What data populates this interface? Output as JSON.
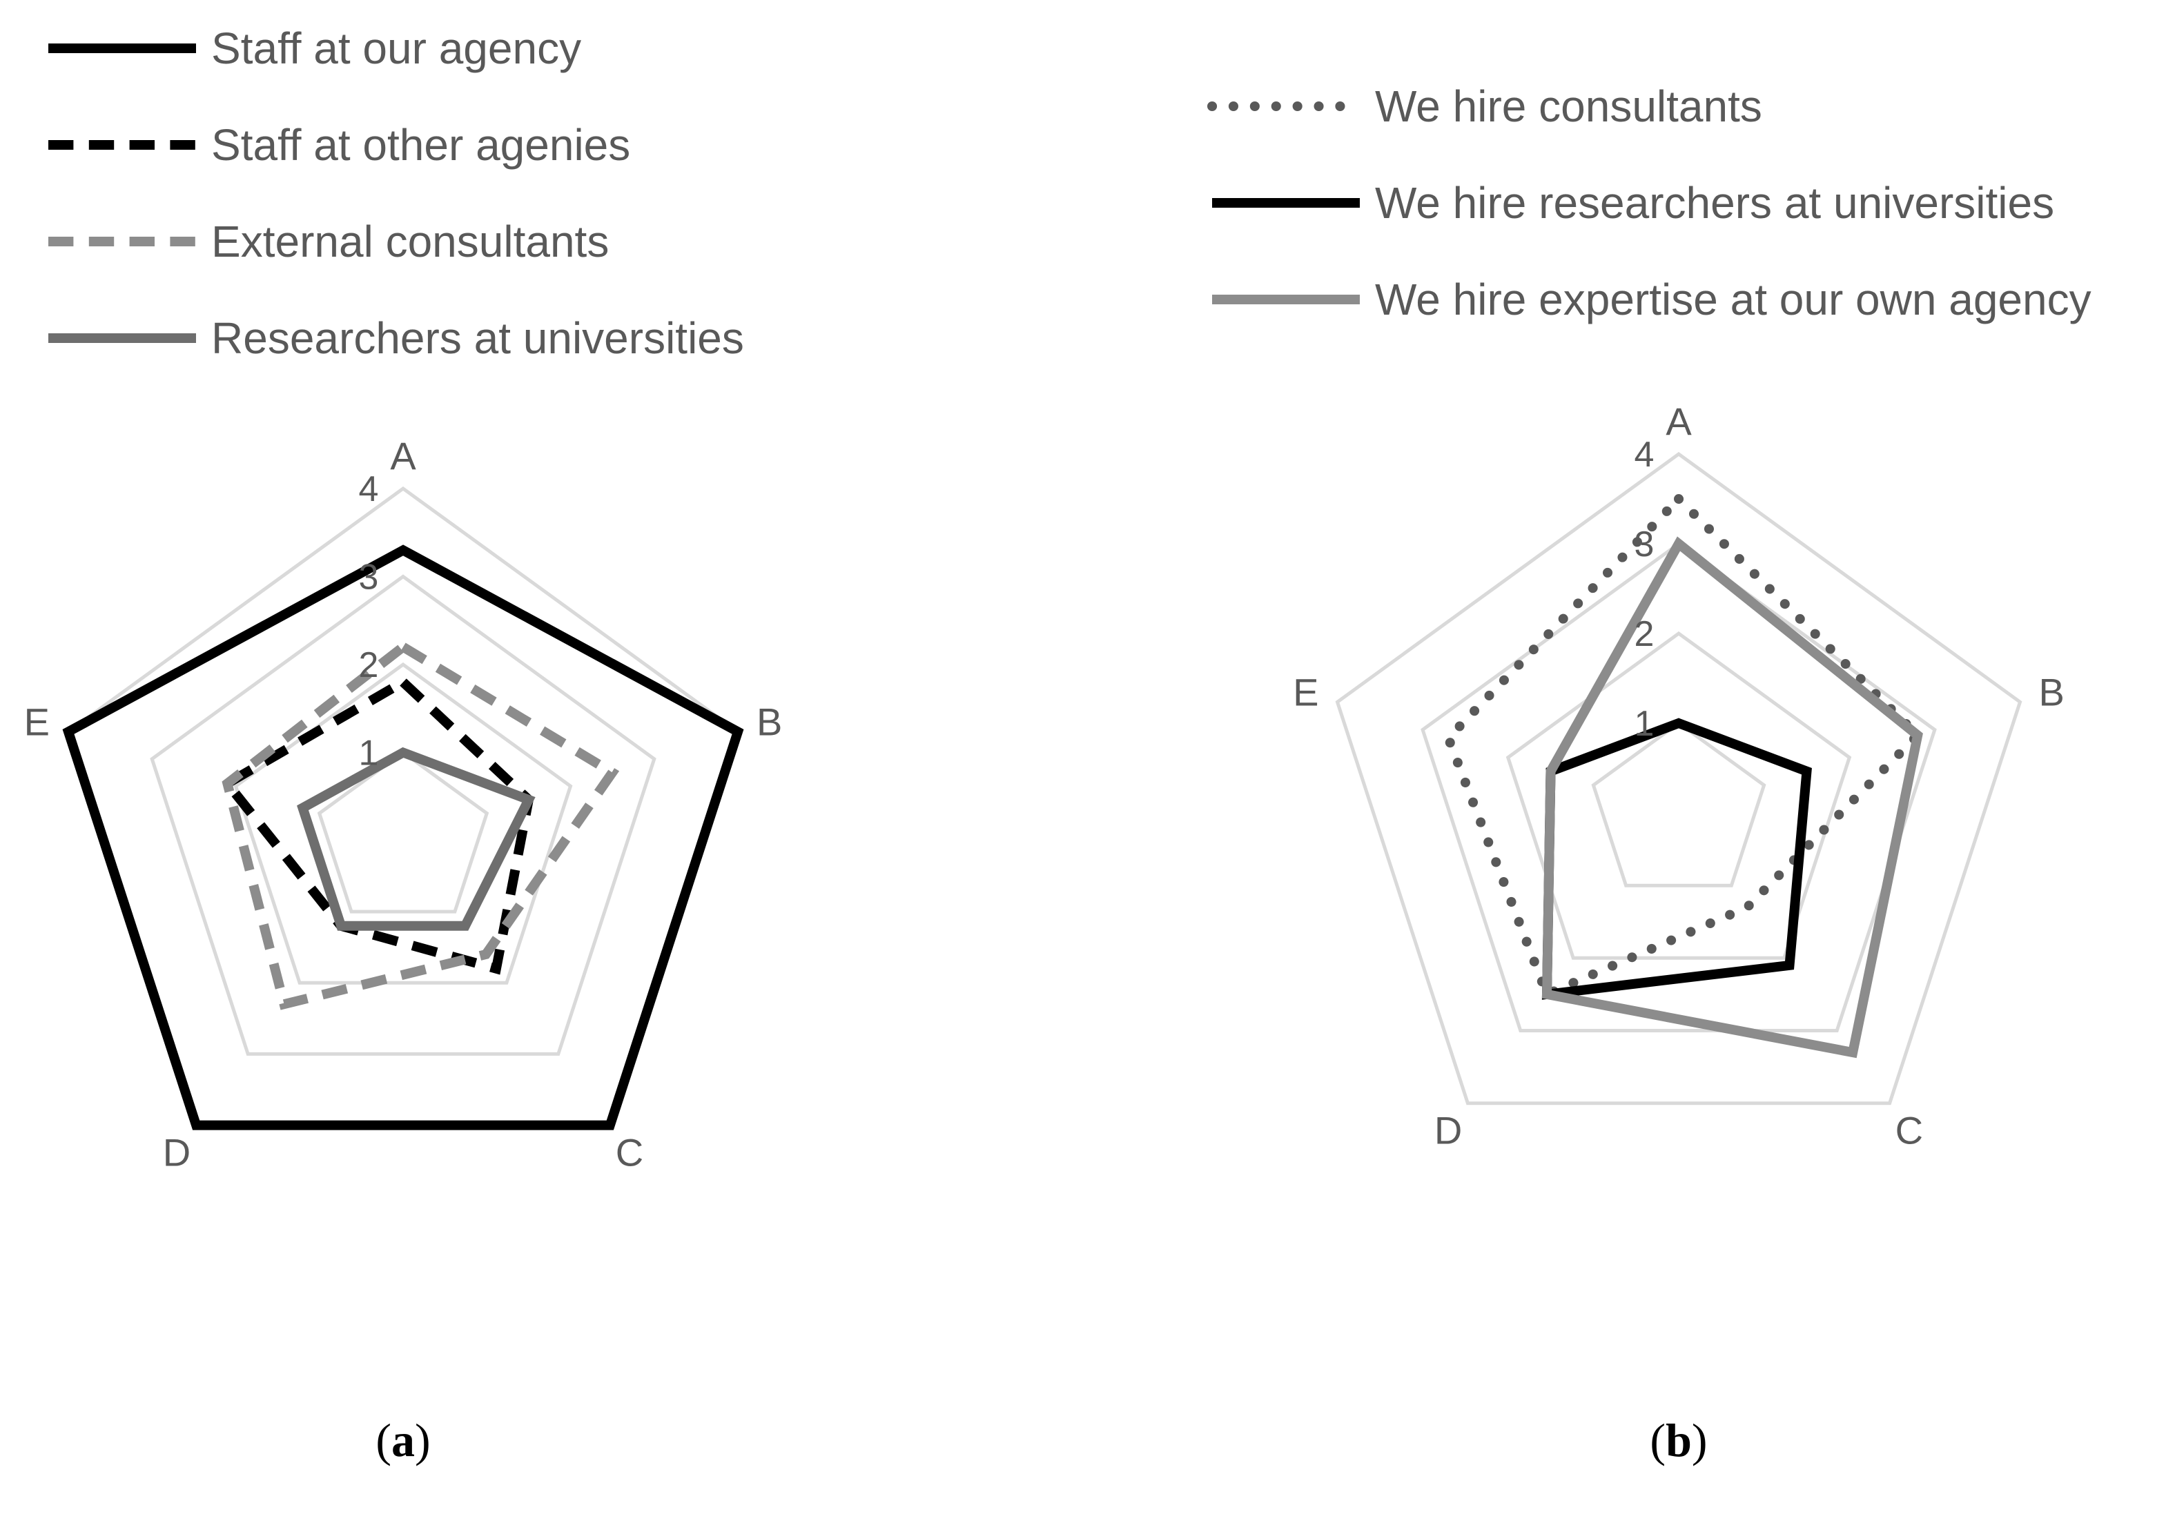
{
  "chart_data": [
    {
      "type": "radar",
      "panel_label": "a",
      "axes": [
        "A",
        "B",
        "C",
        "D",
        "E"
      ],
      "tick_labels": [
        "1",
        "2",
        "3",
        "4"
      ],
      "rlim": [
        0,
        4
      ],
      "series": [
        {
          "name": "Staff at our agency",
          "values": [
            3.3,
            4,
            4,
            4,
            4
          ],
          "color": "#000000",
          "dash": "solid"
        },
        {
          "name": "Staff at other agenies",
          "values": [
            1.8,
            1.5,
            1.8,
            1.2,
            2.1
          ],
          "color": "#000000",
          "dash": "dashed"
        },
        {
          "name": "External consultants",
          "values": [
            2.2,
            2.5,
            1.6,
            2.3,
            2.1
          ],
          "color": "#8c8c8c",
          "dash": "dashed"
        },
        {
          "name": "Researchers at universities",
          "values": [
            1.0,
            1.5,
            1.2,
            1.2,
            1.2
          ],
          "color": "#6e6e6e",
          "dash": "solid"
        }
      ]
    },
    {
      "type": "radar",
      "panel_label": "b",
      "axes": [
        "A",
        "B",
        "C",
        "D",
        "E"
      ],
      "tick_labels": [
        "1",
        "2",
        "3",
        "4"
      ],
      "rlim": [
        0,
        4
      ],
      "series": [
        {
          "name": "We hire consultants",
          "values": [
            3.5,
            2.8,
            1.3,
            2.5,
            2.7
          ],
          "color": "#595959",
          "dash": "dotted"
        },
        {
          "name": "We hire researchers at universities",
          "values": [
            1.0,
            1.5,
            2.1,
            2.5,
            1.5
          ],
          "color": "#000000",
          "dash": "solid"
        },
        {
          "name": "We hire expertise at our own agency",
          "values": [
            3.0,
            2.8,
            3.3,
            2.5,
            1.5
          ],
          "color": "#8c8c8c",
          "dash": "solid"
        }
      ]
    }
  ]
}
